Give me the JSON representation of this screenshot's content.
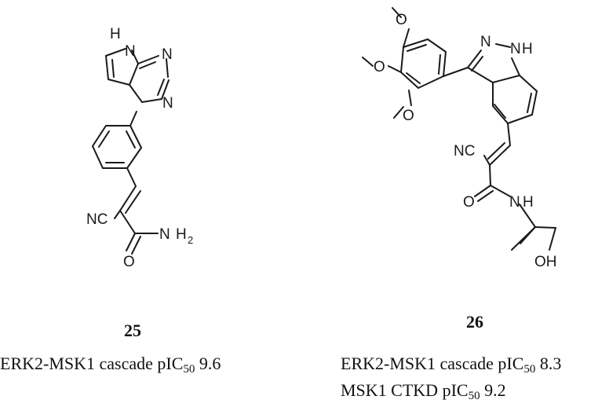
{
  "compounds": [
    {
      "number": "25",
      "atoms": {
        "nh": "H",
        "n_top": "N",
        "n_ring": "N",
        "n_ring2": "N",
        "nc": "NC",
        "o": "O",
        "nh2_n": "N",
        "nh2_h": "H",
        "nh2_sub": "2"
      },
      "caption_lines": [
        {
          "pre": "ERK2-MSK1 cascade pIC",
          "sub": "50",
          "post": " 9.6"
        }
      ]
    },
    {
      "number": "26",
      "atoms": {
        "n1": "N",
        "n2": "N",
        "h": "H",
        "o1": "O",
        "o2": "O",
        "o3": "O",
        "nc": "NC",
        "o": "O",
        "nh_n": "N",
        "nh_h": "H",
        "oh": "OH"
      },
      "caption_lines": [
        {
          "pre": "ERK2-MSK1 cascade pIC",
          "sub": "50",
          "post": " 8.3"
        },
        {
          "pre": "MSK1 CTKD pIC",
          "sub": "50",
          "post": " 9.2"
        }
      ]
    }
  ]
}
